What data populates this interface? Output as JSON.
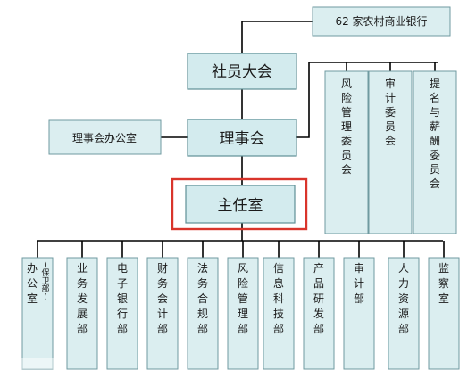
{
  "bank_label": "62 家农村商业银行",
  "general_assembly": "社员大会",
  "board": "理事会",
  "board_office": "理事会办公室",
  "director_office": "主任室",
  "committees": [
    "风险管理委员会",
    "审计委员会",
    "提名与薪酬委员会"
  ],
  "departments": [
    {
      "main": "办公室",
      "note": "(保卫部)"
    },
    {
      "main": "业务发展部",
      "note": ""
    },
    {
      "main": "电子银行部",
      "note": ""
    },
    {
      "main": "财务会计部",
      "note": ""
    },
    {
      "main": "法务合规部",
      "note": ""
    },
    {
      "main": "风险管理部",
      "note": ""
    },
    {
      "main": "信息科技部",
      "note": ""
    },
    {
      "main": "产品研发部",
      "note": ""
    },
    {
      "main": "审计部",
      "note": ""
    },
    {
      "main": "人力资源部",
      "note": ""
    },
    {
      "main": "监察室",
      "note": ""
    }
  ],
  "colors": {
    "box_fill": "#dbeef0",
    "box_border": "#6f9aa0",
    "connector": "#000000",
    "highlight": "#d9342b"
  }
}
